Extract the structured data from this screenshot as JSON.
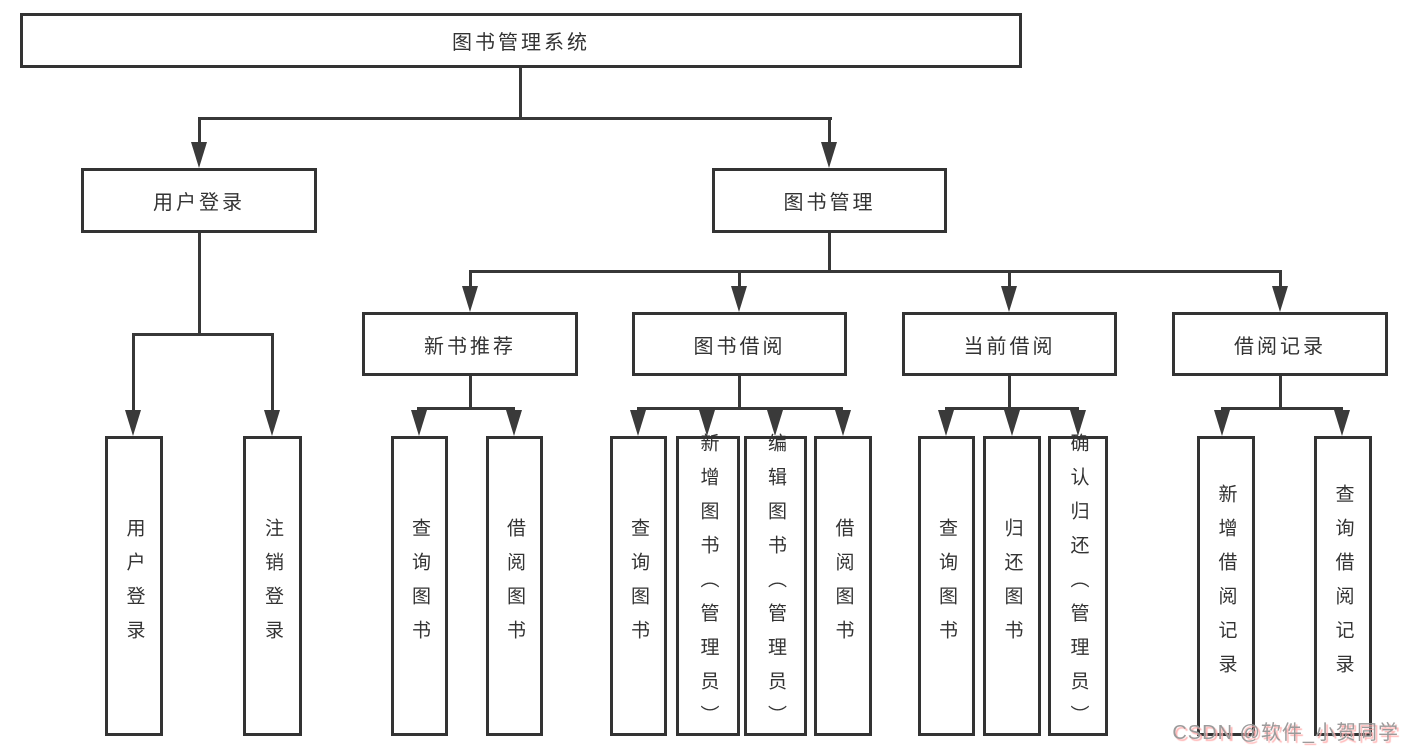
{
  "tree": {
    "root": {
      "label": "图书管理系统"
    },
    "user_login": {
      "label": "用户登录",
      "children": {
        "login": {
          "label": "用户登录"
        },
        "logout": {
          "label": "注销登录"
        }
      }
    },
    "book_mgmt": {
      "label": "图书管理",
      "sections": {
        "new_book_rec": {
          "label": "新书推荐",
          "children": {
            "query": {
              "label": "查询图书"
            },
            "borrow": {
              "label": "借阅图书"
            }
          }
        },
        "book_borrow": {
          "label": "图书借阅",
          "children": {
            "query": {
              "label": "查询图书"
            },
            "add": {
              "label": "新增图书（管理员）"
            },
            "edit": {
              "label": "编辑图书（管理员）"
            },
            "borrow": {
              "label": "借阅图书"
            }
          }
        },
        "current_borrow": {
          "label": "当前借阅",
          "children": {
            "query": {
              "label": "查询图书"
            },
            "return_books": {
              "label": "归还图书"
            },
            "confirm_return": {
              "label": "确认归还（管理员）"
            }
          }
        },
        "borrow_records": {
          "label": "借阅记录",
          "children": {
            "add_record": {
              "label": "新增借阅记录"
            },
            "query_record": {
              "label": "查询借阅记录"
            }
          }
        }
      }
    }
  },
  "watermark": {
    "text": "CSDN @软件_小贺同学"
  },
  "colors": {
    "line": "#383838",
    "border": "#333333",
    "text": "#333333",
    "watermark_text": "#9b9b9b",
    "watermark_shadow": "#ffb3b3",
    "background": "#ffffff"
  }
}
